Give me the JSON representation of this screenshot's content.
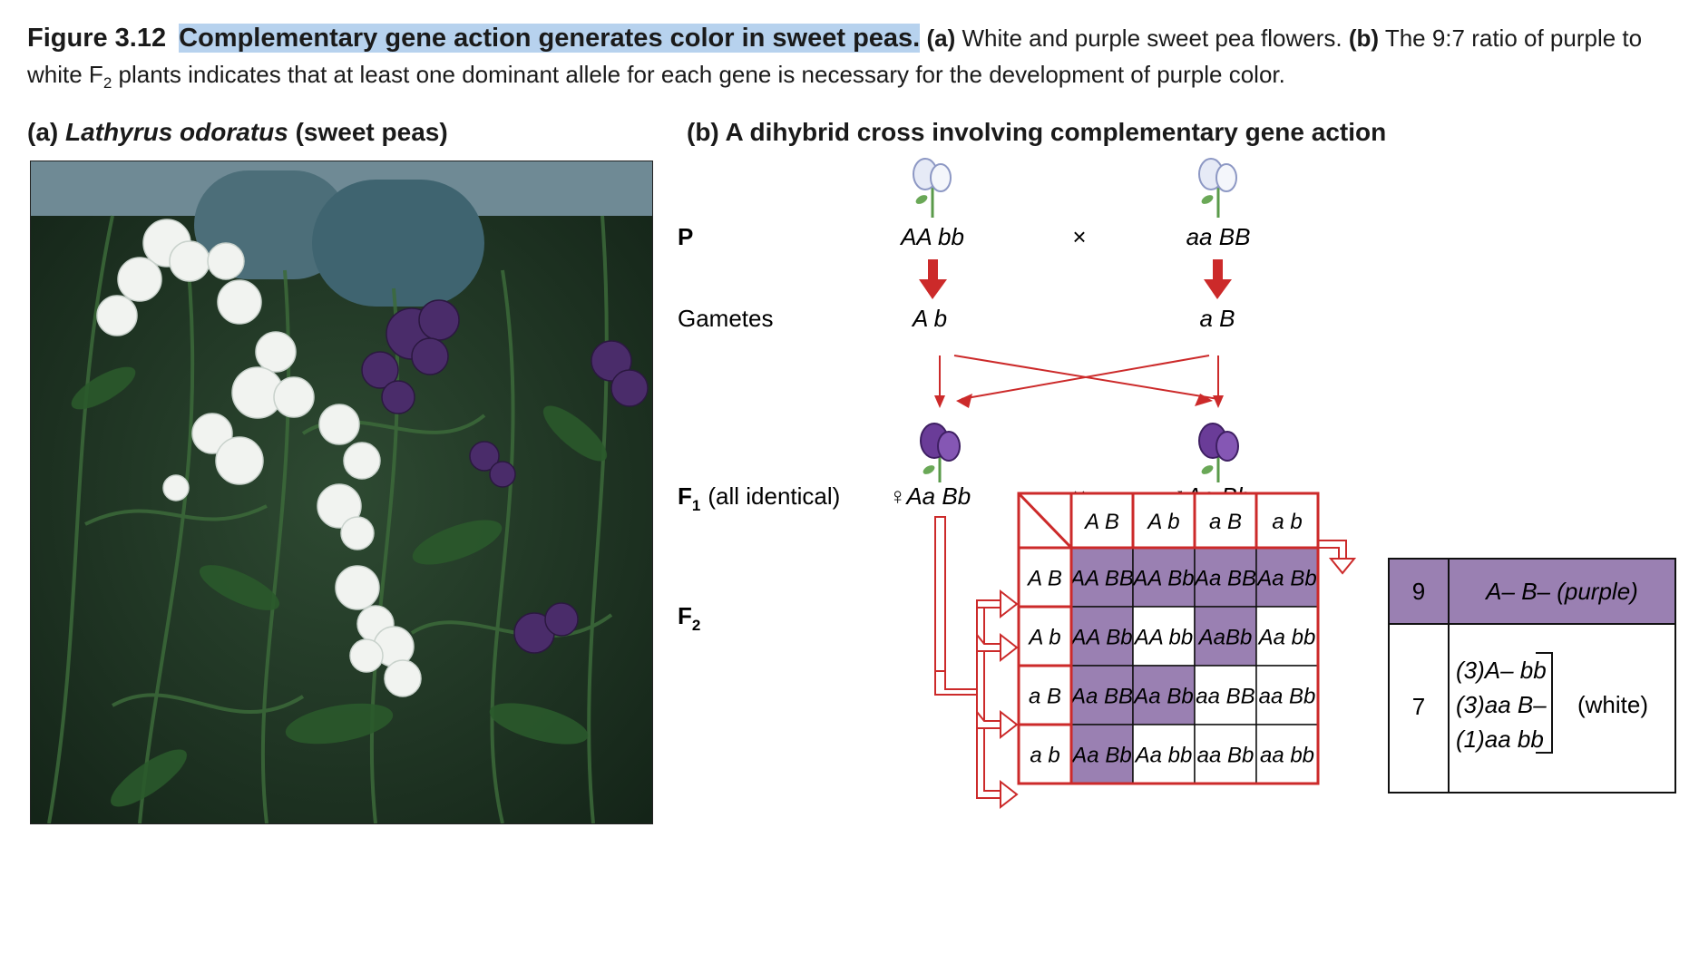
{
  "caption": {
    "figure_number": "Figure 3.12",
    "highlighted_title": "Complementary gene action generates color in sweet peas.",
    "part_a_marker": "(a)",
    "part_a_text": "White and purple sweet pea flowers.",
    "part_b_marker": "(b)",
    "part_b_text_1": "The 9:7 ratio of purple to white F",
    "part_b_subscript": "2",
    "part_b_text_2": " plants indicates that at least one dominant allele for each gene is necessary for the development of purple color."
  },
  "panel_a": {
    "marker": "(a)",
    "species": "Lathyrus odoratus",
    "common_name": "(sweet peas)"
  },
  "panel_b": {
    "marker": "(b)",
    "title": "A dihybrid cross involving complementary gene action"
  },
  "cross": {
    "rows": {
      "p": "P",
      "gametes": "Gametes",
      "f1_letter": "F",
      "f1_sub": "1",
      "f1_note": "(all identical)",
      "f2_letter": "F",
      "f2_sub": "2"
    },
    "parent_left": "AA bb",
    "parent_right": "aa BB",
    "cross_symbol": "×",
    "gamete_left": "A b",
    "gamete_right": "a B",
    "female_symbol": "♀",
    "male_symbol": "♂",
    "f1_genotype": "Aa Bb"
  },
  "punnett": {
    "column_headers": [
      "A B",
      "A b",
      "a B",
      "a b"
    ],
    "row_headers": [
      "A B",
      "A b",
      "a B",
      "a b"
    ],
    "cells": [
      [
        "AA BB",
        "AA Bb",
        "Aa BB",
        "Aa Bb"
      ],
      [
        "AA Bb",
        "AA bb",
        "AaBb",
        "Aa bb"
      ],
      [
        "Aa BB",
        "Aa Bb",
        "aa BB",
        "aa Bb"
      ],
      [
        "Aa Bb",
        "Aa bb",
        "aa Bb",
        "aa bb"
      ]
    ],
    "purple_cells": [
      [
        true,
        true,
        true,
        true
      ],
      [
        true,
        false,
        true,
        false
      ],
      [
        true,
        true,
        false,
        false
      ],
      [
        true,
        false,
        false,
        false
      ]
    ]
  },
  "ratio_table": {
    "purple_count": "9",
    "purple_label": "A– B– (purple)",
    "white_count": "7",
    "white_lines": [
      "(3)A– bb",
      "(3)aa B–",
      "(1)aa bb"
    ],
    "white_label": "(white)"
  },
  "colors": {
    "highlight": "#b7d2ee",
    "red": "#cc2a2a",
    "purple_fill": "#9a80b2",
    "purple_flower": "#5b2e8a",
    "white_flower": "#e8ecf6"
  }
}
